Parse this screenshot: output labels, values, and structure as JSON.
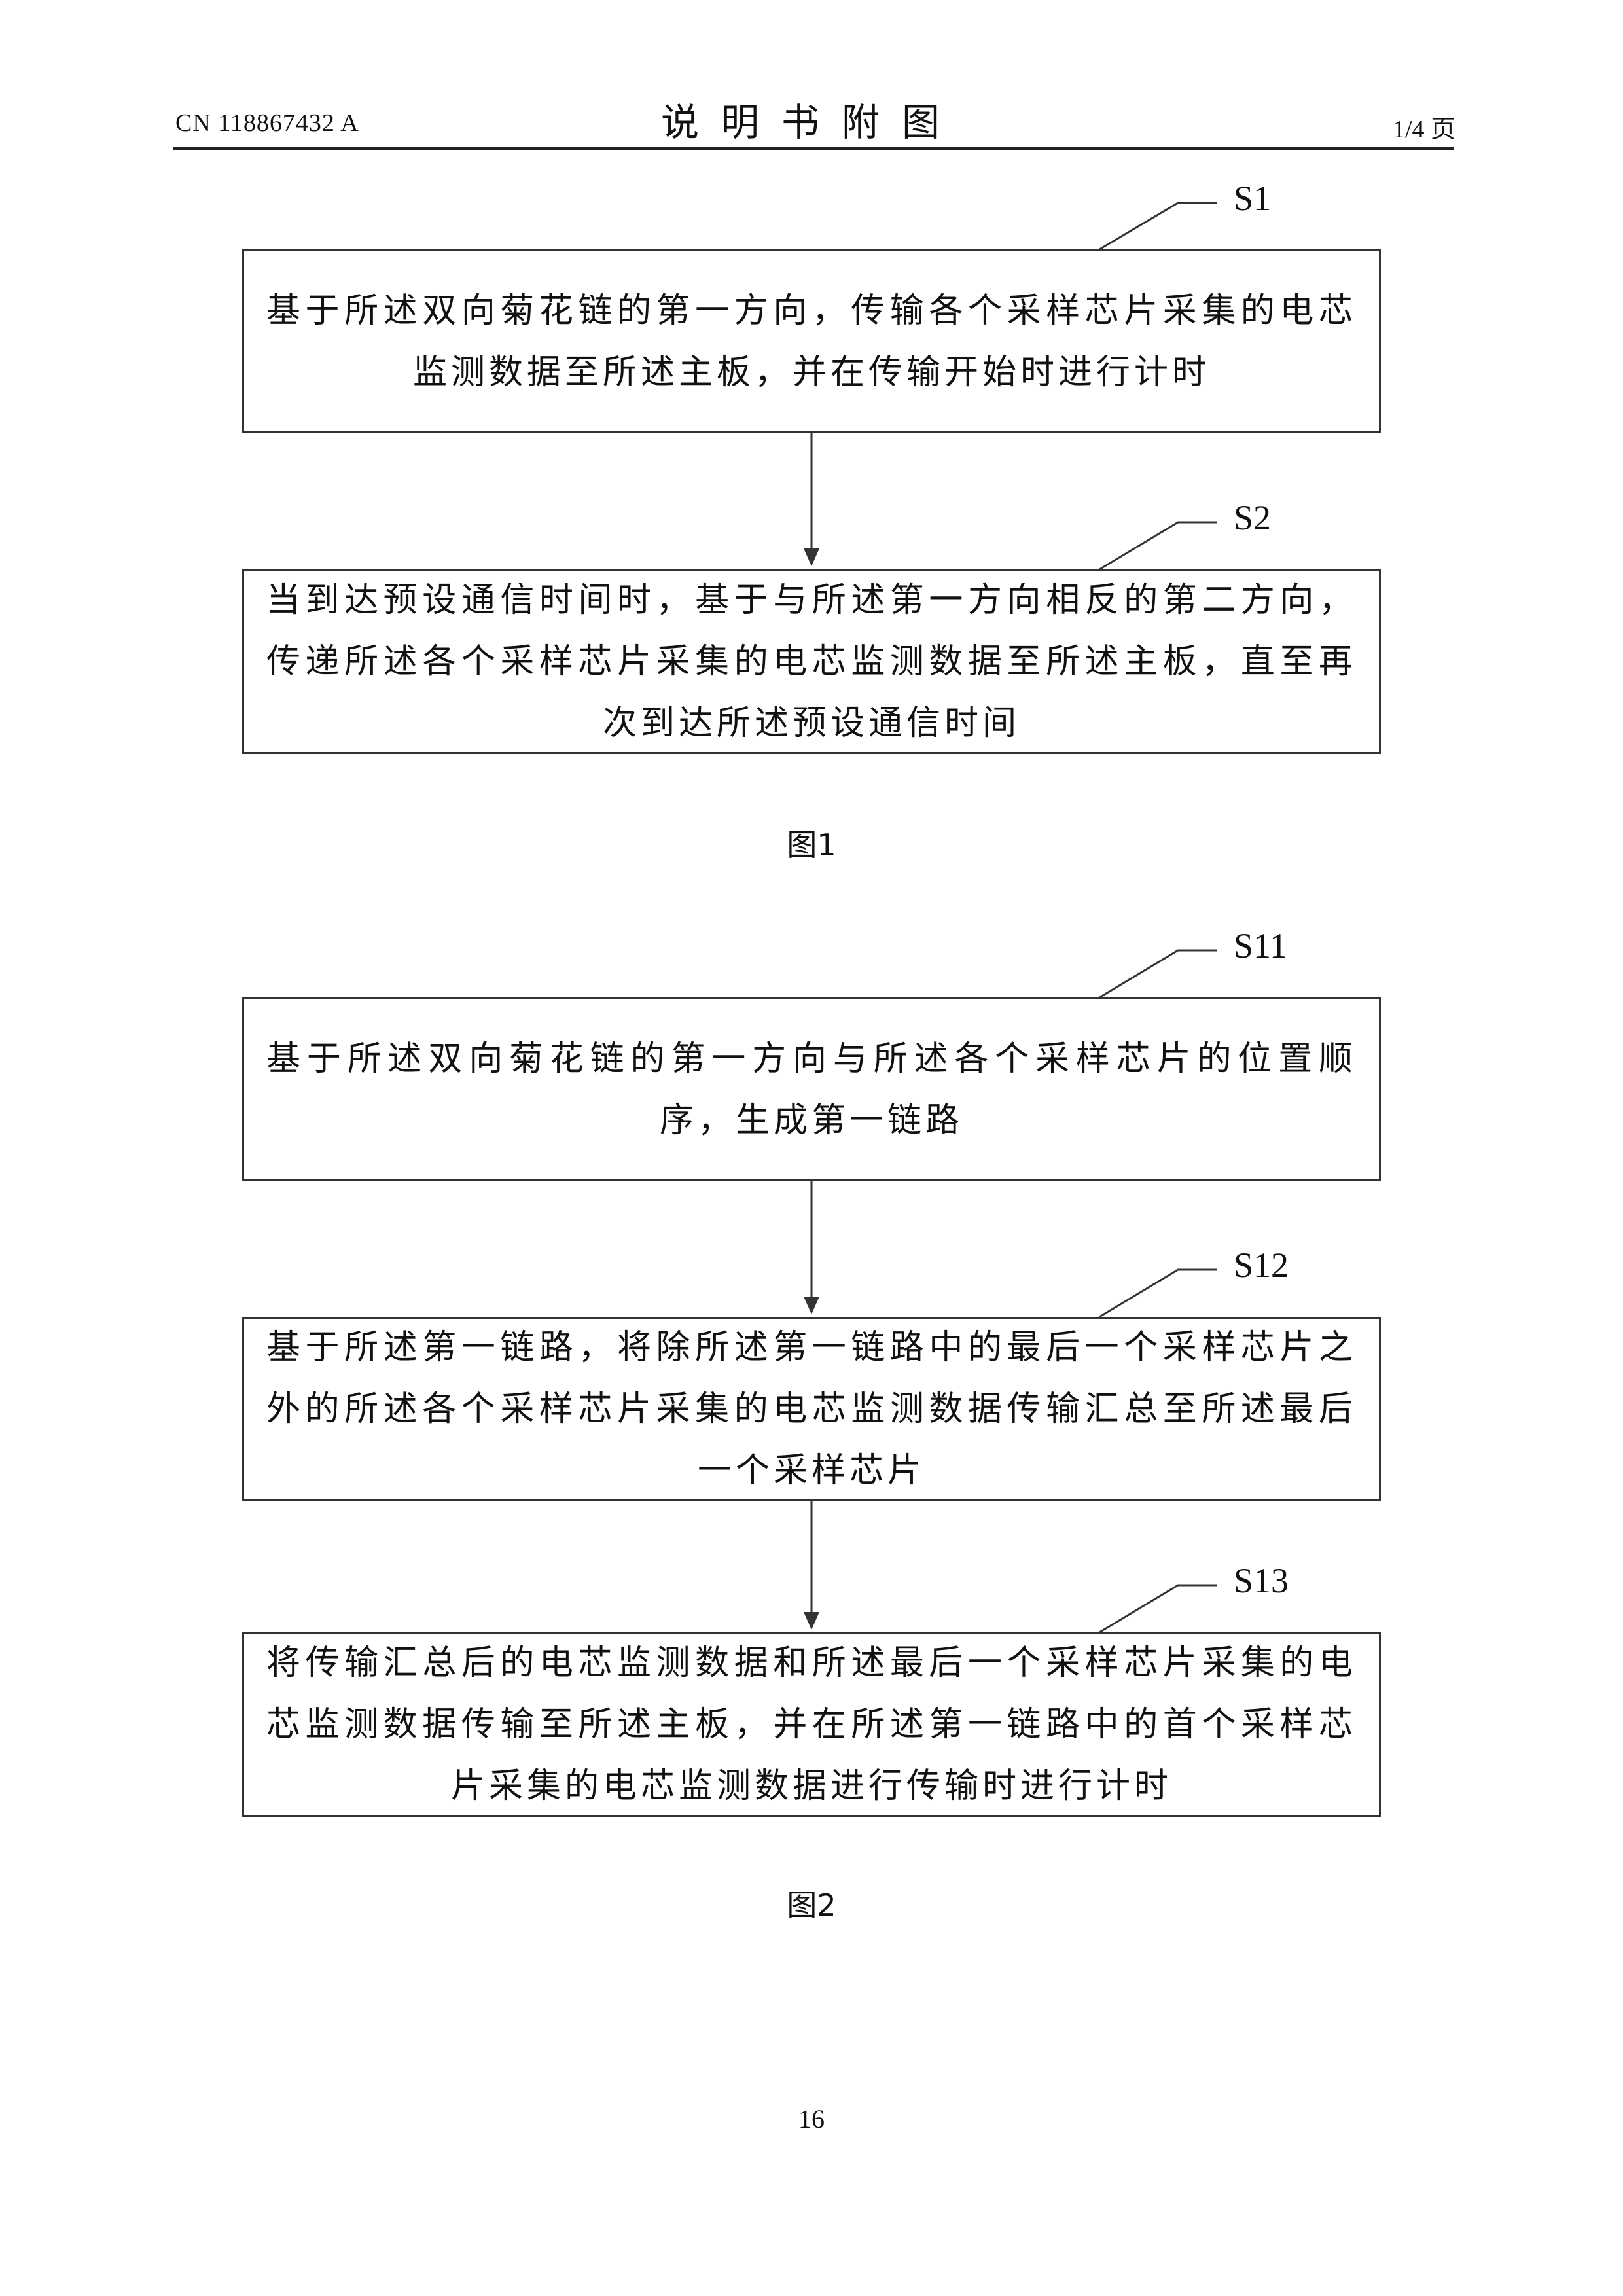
{
  "header": {
    "patent_number": "CN 118867432 A",
    "section_title": "说明书附图",
    "page_ratio": "1/4 页"
  },
  "figure1": {
    "caption": "图1",
    "steps": [
      {
        "label": "S1",
        "text": "基于所述双向菊花链的第一方向，传输各个采样芯片采集的电芯监测数据至所述主板，并在传输开始时进行计时"
      },
      {
        "label": "S2",
        "text": "当到达预设通信时间时，基于与所述第一方向相反的第二方向，传递所述各个采样芯片采集的电芯监测数据至所述主板，直至再次到达所述预设通信时间"
      }
    ]
  },
  "figure2": {
    "caption": "图2",
    "steps": [
      {
        "label": "S11",
        "text": "基于所述双向菊花链的第一方向与所述各个采样芯片的位置顺序，生成第一链路"
      },
      {
        "label": "S12",
        "text": "基于所述第一链路，将除所述第一链路中的最后一个采样芯片之外的所述各个采样芯片采集的电芯监测数据传输汇总至所述最后一个采样芯片"
      },
      {
        "label": "S13",
        "text": "将传输汇总后的电芯监测数据和所述最后一个采样芯片采集的电芯监测数据传输至所述主板，并在所述第一链路中的首个采样芯片采集的电芯监测数据进行传输时进行计时"
      }
    ]
  },
  "footer": {
    "page_number": "16"
  }
}
